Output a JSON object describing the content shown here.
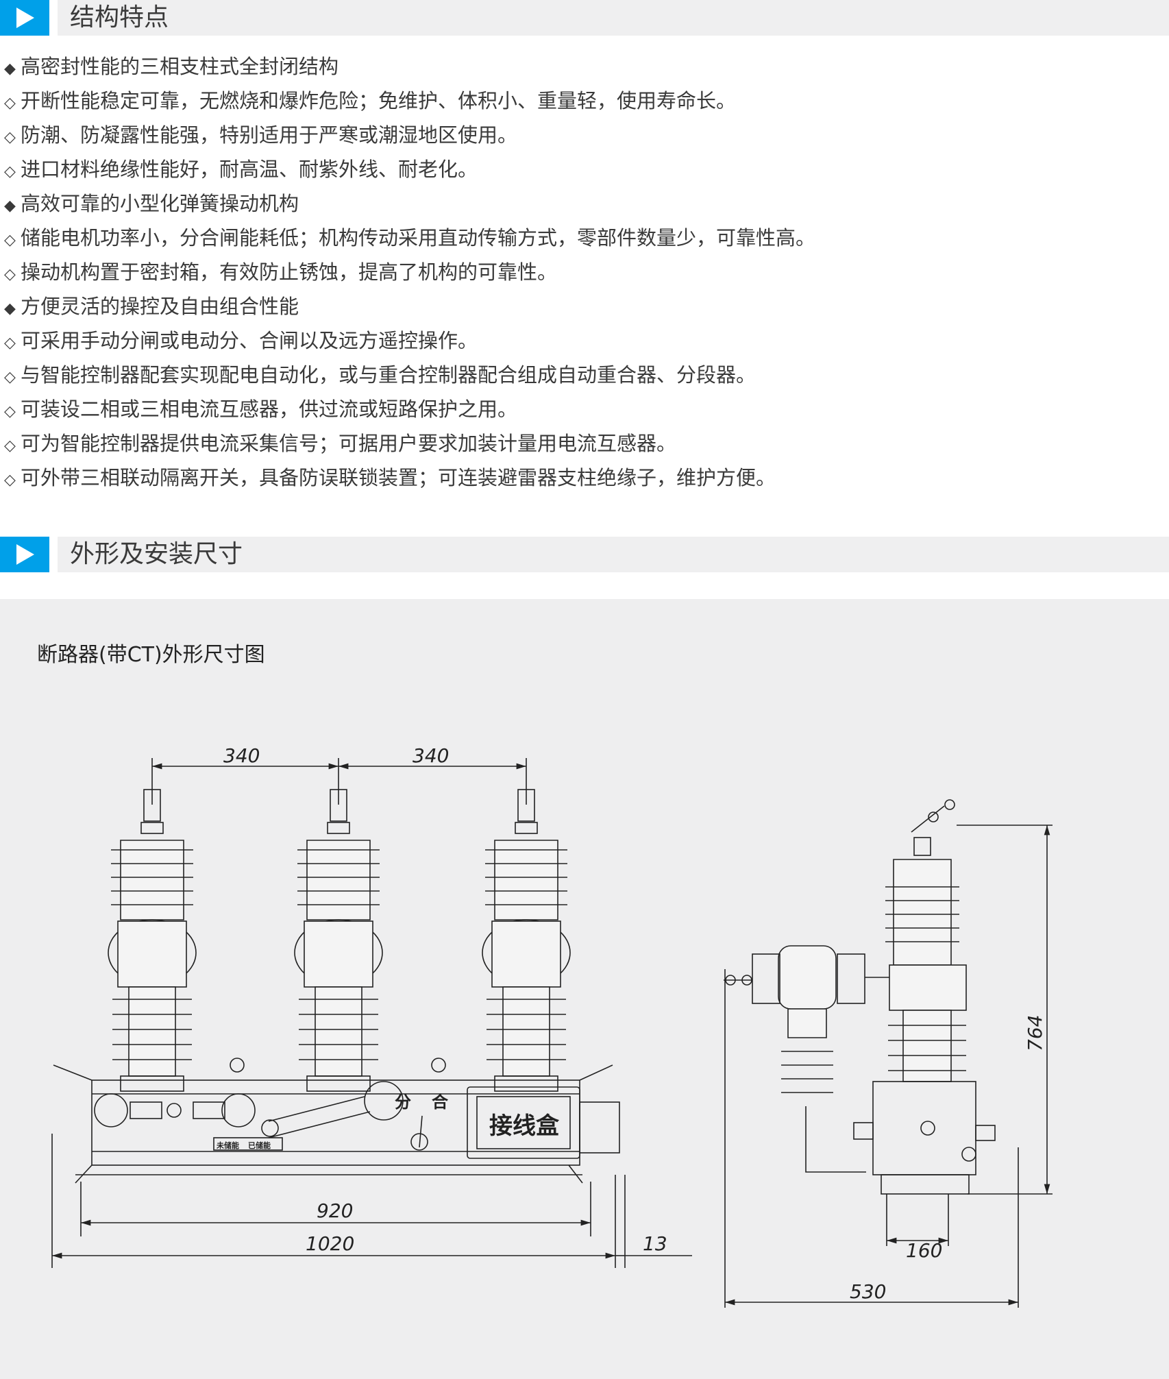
{
  "section1": {
    "title": "结构特点"
  },
  "features": [
    {
      "bullet": "◆",
      "text": "高密封性能的三相支柱式全封闭结构"
    },
    {
      "bullet": "◇",
      "text": "开断性能稳定可靠，无燃烧和爆炸危险；免维护、体积小、重量轻，使用寿命长。"
    },
    {
      "bullet": "◇",
      "text": "防潮、防凝露性能强，特别适用于严寒或潮湿地区使用。"
    },
    {
      "bullet": "◇",
      "text": "进口材料绝缘性能好，耐高温、耐紫外线、耐老化。"
    },
    {
      "bullet": "◆",
      "text": "高效可靠的小型化弹簧操动机构"
    },
    {
      "bullet": "◇",
      "text": "储能电机功率小，分合闸能耗低；机构传动采用直动传输方式，零部件数量少，可靠性高。"
    },
    {
      "bullet": "◇",
      "text": "操动机构置于密封箱，有效防止锈蚀，提高了机构的可靠性。"
    },
    {
      "bullet": "◆",
      "text": "方便灵活的操控及自由组合性能"
    },
    {
      "bullet": "◇",
      "text": "可采用手动分闸或电动分、合闸以及远方遥控操作。"
    },
    {
      "bullet": "◇",
      "text": "与智能控制器配套实现配电自动化，或与重合控制器配合组成自动重合器、分段器。"
    },
    {
      "bullet": "◇",
      "text": "可装设二相或三相电流互感器，供过流或短路保护之用。"
    },
    {
      "bullet": "◇",
      "text": "可为智能控制器提供电流采集信号；可据用户要求加装计量用电流互感器。"
    },
    {
      "bullet": "◇",
      "text": "可外带三相联动隔离开关，具备防误联锁装置；可连装避雷器支柱绝缘子，维护方便。"
    }
  ],
  "section2": {
    "title": "外形及安装尺寸"
  },
  "diagram": {
    "caption": "断路器(带CT)外形尺寸图",
    "front": {
      "dim_phase_spacing_1": "340",
      "dim_phase_spacing_2": "340",
      "dim_mount_width": "920",
      "dim_overall_width": "1020",
      "dim_offset": "13",
      "label_junction_box": "接线盒",
      "label_open": "分",
      "label_close": "合",
      "label_not_charged": "未储能",
      "label_charged": "已储能"
    },
    "side": {
      "dim_height": "764",
      "dim_base": "160",
      "dim_depth": "530"
    }
  }
}
